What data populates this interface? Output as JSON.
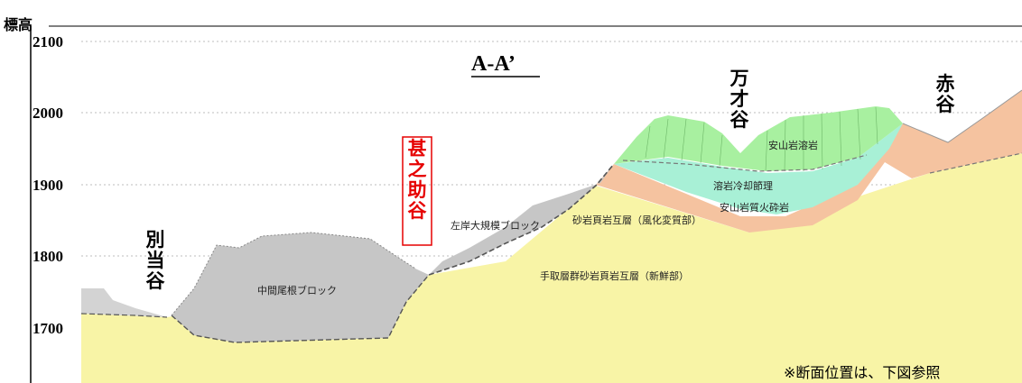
{
  "axis": {
    "ylabel": "標高",
    "ticks": [
      "2100",
      "2000",
      "1900",
      "1800",
      "1700"
    ]
  },
  "section_title": "A-A’",
  "valleys": {
    "betto": "別当谷",
    "jinnosuke": "甚之助谷",
    "mansai": "万才谷",
    "aka": "赤谷"
  },
  "units": {
    "andesite_lava": "安山岩溶岩",
    "cooling_joints": "溶岩冷却節理",
    "andesite_pyroclastic": "安山岩質火砕岩",
    "weathered_sandstone_shale": "砂岩頁岩互層（風化変質部）",
    "left_bank_block": "左岸大規模ブロック",
    "nakama_one_block": "中間尾根ブロック",
    "tetori_fresh": "手取層群砂岩頁岩互層（新鮮部）"
  },
  "note": "※断面位置は、下図参照",
  "colors": {
    "lava": "#a8f0a0",
    "cooling": "#a8f0d6",
    "pyroclastic": "#f5c3a0",
    "tetori": "#f8f4a6",
    "blocks": "#c6c6c6",
    "jinnosuke_label": "#e60000"
  }
}
